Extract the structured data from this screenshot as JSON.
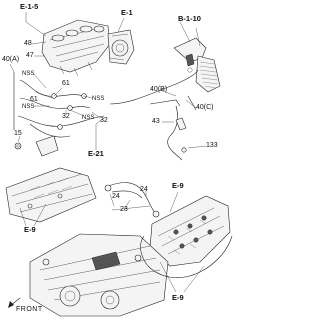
{
  "diagram": {
    "labels": {
      "ref_e15": "E-1-5",
      "ref_e1": "E-1",
      "ref_b110": "B-1-10",
      "ref_e21": "E-21",
      "ref_e9_a": "E-9",
      "ref_e9_b": "E-9",
      "ref_e9_c": "E-9",
      "p48": "48",
      "p47": "47",
      "p40a": "40(A)",
      "nss1": "NSS",
      "nss2": "NSS",
      "nss3": "NSS",
      "nss4": "NSS",
      "p61a": "61",
      "p61b": "61",
      "p32a": "32",
      "p32b": "32",
      "p40b": "40(B)",
      "p40c": "40(C)",
      "p43": "43",
      "p133": "133",
      "p24a": "24",
      "p24b": "24",
      "p23": "23",
      "p15": "15",
      "front": "FRONT"
    },
    "icons": {
      "front_arrow": "front-arrow-icon"
    }
  }
}
